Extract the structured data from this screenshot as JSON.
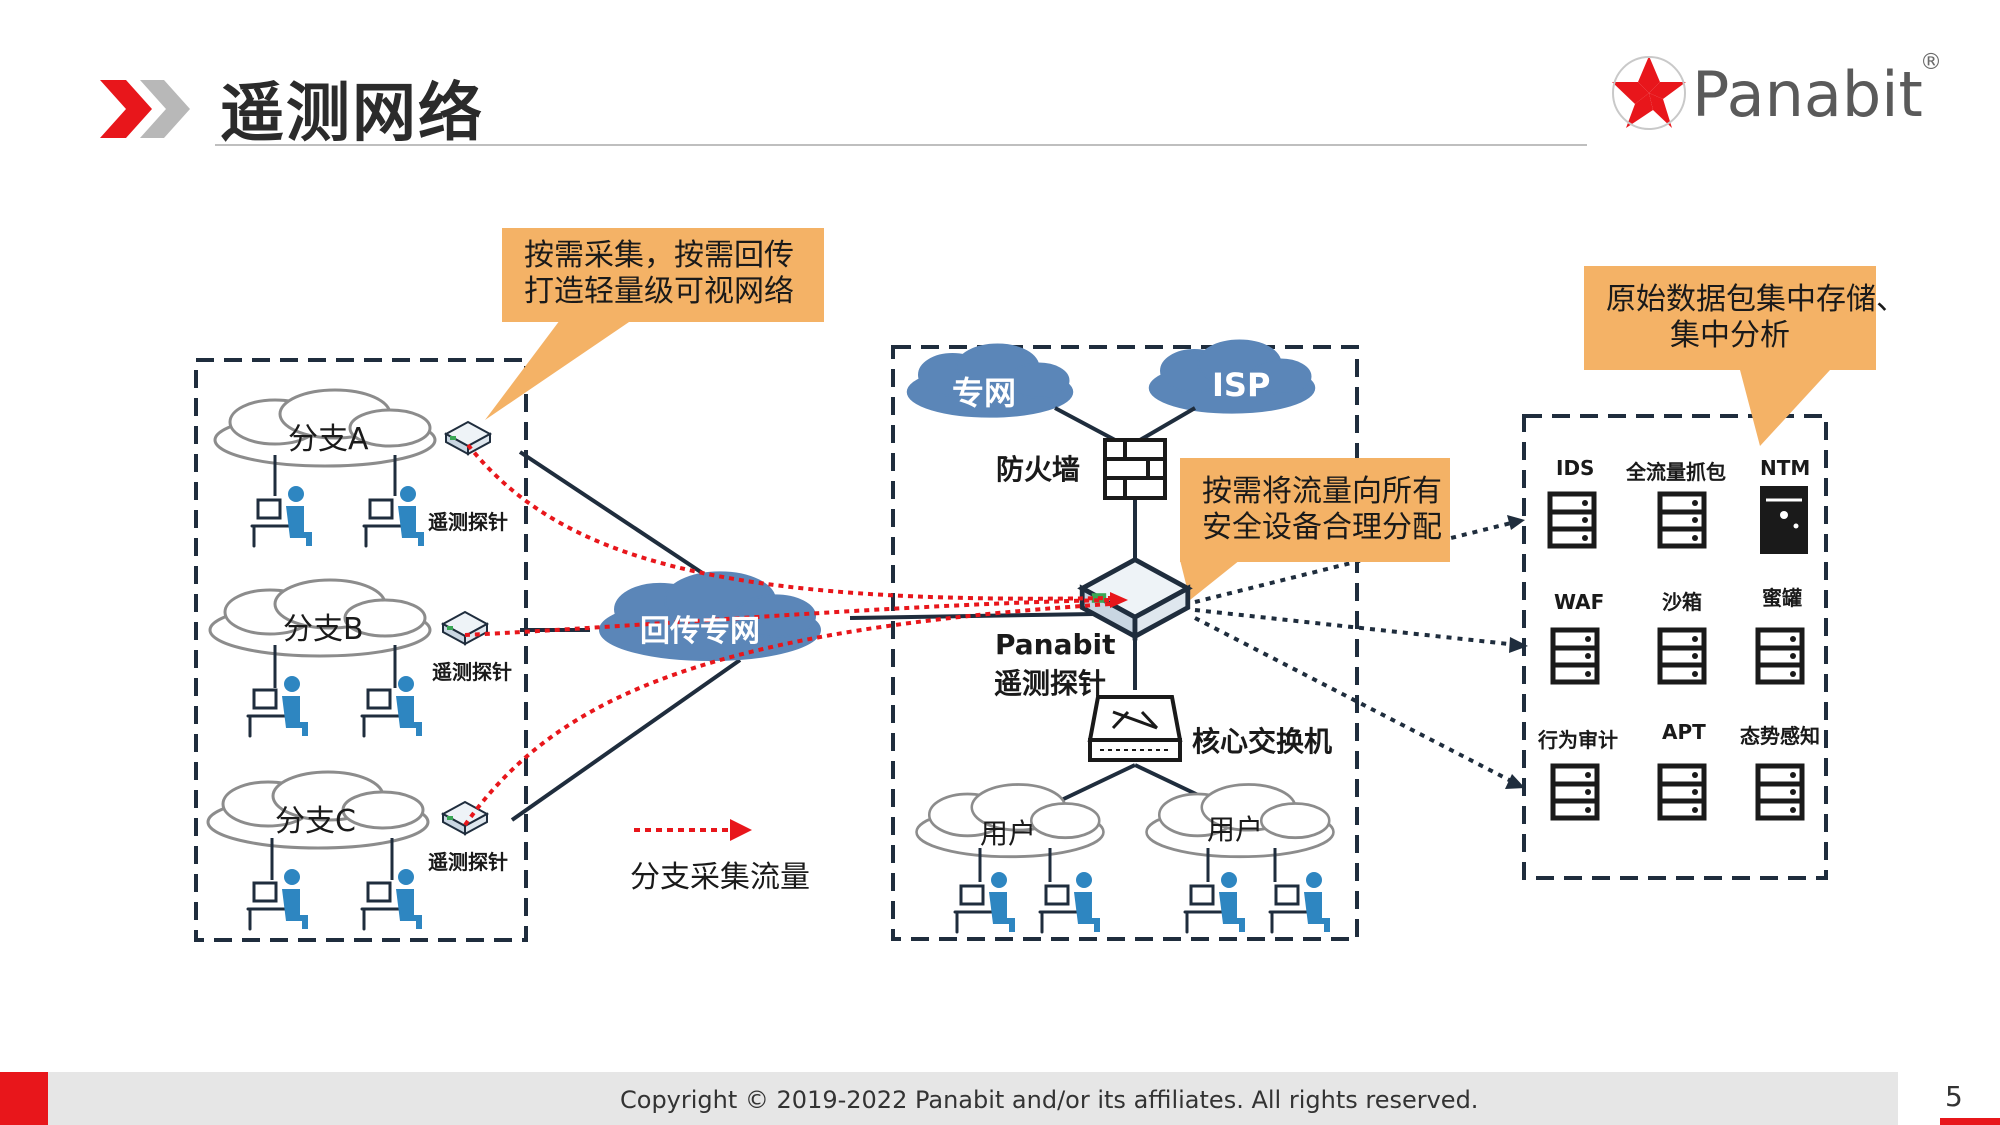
{
  "header": {
    "title": "遥测网络",
    "brand": "Panabit",
    "brand_mark": "®"
  },
  "callouts": {
    "top_left": [
      "按需采集，按需回传",
      "打造轻量级可视网络"
    ],
    "center": [
      "按需将流量向所有",
      "安全设备合理分配"
    ],
    "right": [
      "原始数据包集中存储、",
      "集中分析"
    ]
  },
  "branches": [
    {
      "name": "分支A",
      "probe": "遥测探针"
    },
    {
      "name": "分支B",
      "probe": "遥测探针"
    },
    {
      "name": "分支C",
      "probe": "遥测探针"
    }
  ],
  "backhaul_cloud": "回传专网",
  "legend": {
    "label": "分支采集流量"
  },
  "hq": {
    "private_net": "专网",
    "isp": "ISP",
    "firewall": "防火墙",
    "probe_line1": "Panabit",
    "probe_line2": "遥测探针",
    "core_switch": "核心交换机",
    "users": [
      "用户",
      "用户"
    ]
  },
  "security_devices": [
    {
      "label": "IDS",
      "icon": "server-icon"
    },
    {
      "label": "全流量抓包",
      "icon": "server-icon"
    },
    {
      "label": "NTM",
      "icon": "tower-server-icon"
    },
    {
      "label": "WAF",
      "icon": "server-icon"
    },
    {
      "label": "沙箱",
      "icon": "server-icon"
    },
    {
      "label": "蜜罐",
      "icon": "server-icon"
    },
    {
      "label": "行为审计",
      "icon": "server-icon"
    },
    {
      "label": "APT",
      "icon": "server-icon"
    },
    {
      "label": "态势感知",
      "icon": "server-icon"
    }
  ],
  "colors": {
    "accent_red": "#e8161b",
    "callout_orange": "#f4b266",
    "cloud_blue": "#5b86b8",
    "line_dark": "#1f2d3d",
    "flow_red": "#e8161b"
  },
  "footer": {
    "copyright": "Copyright © 2019-2022 Panabit and/or its affiliates. All rights reserved.",
    "page": "5"
  }
}
